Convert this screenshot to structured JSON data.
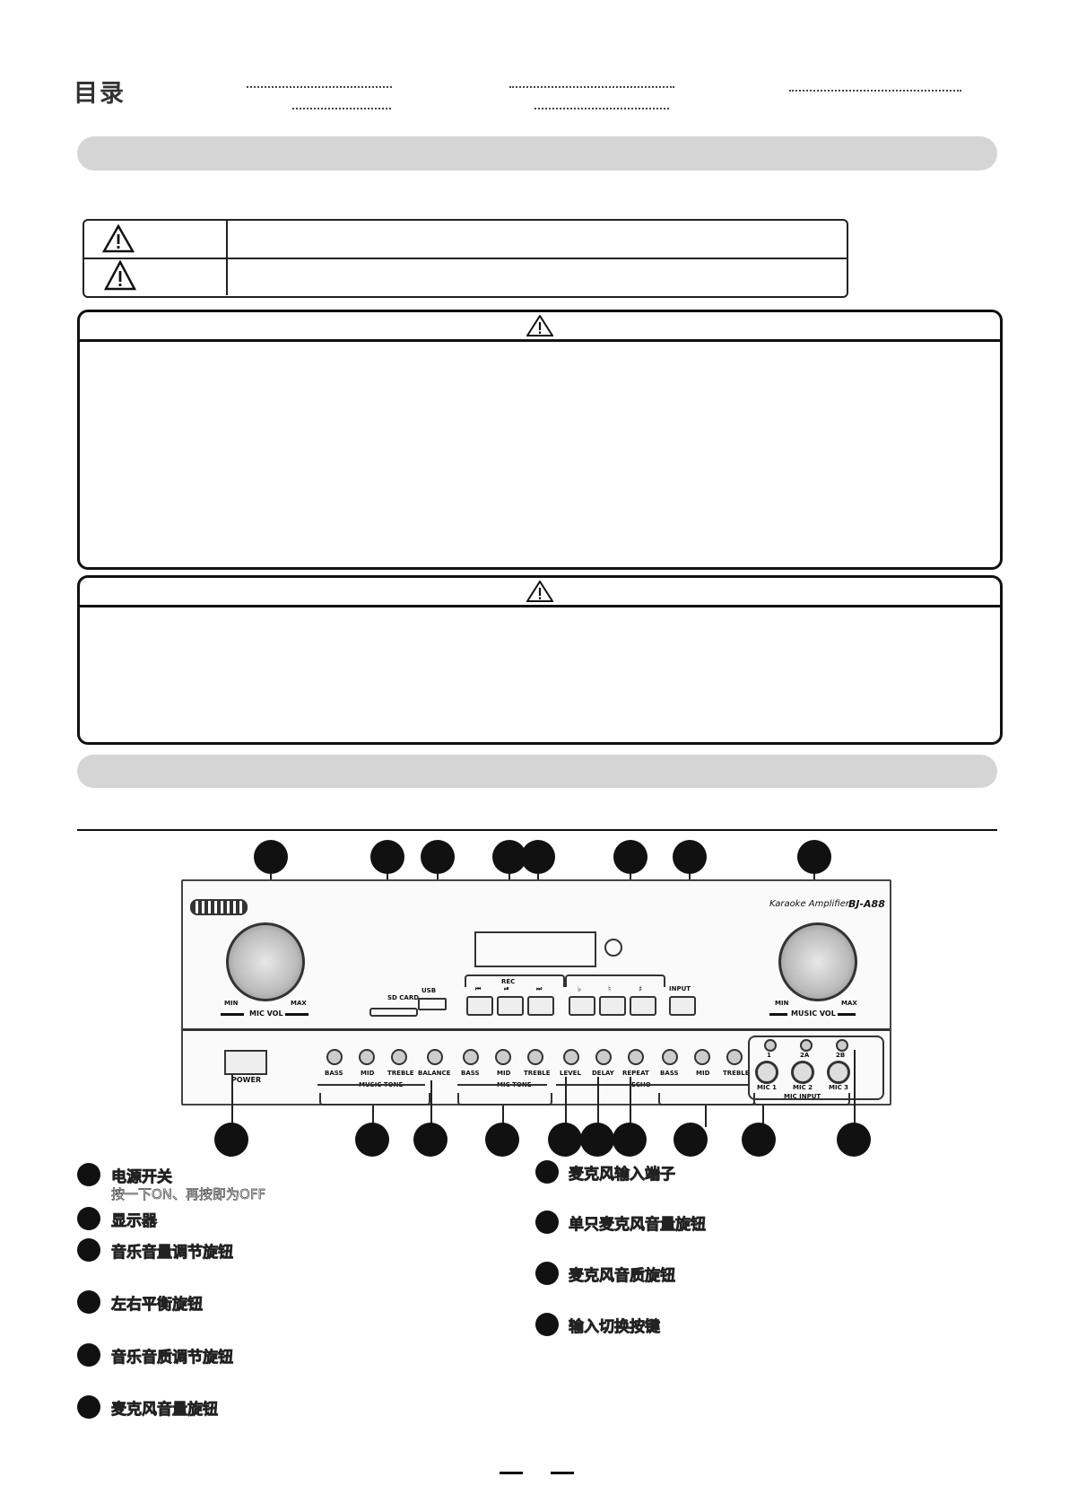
{
  "toc": {
    "title": "目录"
  },
  "panel": {
    "brand_line": "Karaoke Amplifier",
    "model": "BJ-A88",
    "mic_vol": "MIC VOL",
    "music_vol": "MUSIC VOL",
    "min": "MIN",
    "max": "MAX",
    "sd_card": "SD CARD",
    "usb": "USB",
    "rec": "REC",
    "input": "INPUT",
    "power": "POWER",
    "music_tone_knobs": [
      "BASS",
      "MID",
      "TREBLE"
    ],
    "balance": "BALANCE",
    "mic_tone_knobs": [
      "BASS",
      "MID",
      "TREBLE"
    ],
    "echo_knobs": [
      "LEVEL",
      "DELAY",
      "REPEAT"
    ],
    "echo_tone_knobs": [
      "BASS",
      "MID",
      "TREBLE"
    ],
    "music_tone_group": "MUSIC TONE",
    "mic_tone_group": "MIC TONE",
    "echo_group": "ECHO",
    "mic_input_group": "MIC INPUT",
    "mic_level_labels": [
      "1",
      "2A",
      "2B"
    ],
    "mic_jacks": [
      "MIC 1",
      "MIC 2",
      "MIC 3"
    ],
    "transport_icons": [
      "prev-icon",
      "play-pause-icon",
      "next-icon"
    ],
    "key_icons": [
      "flat-icon",
      "natural-icon",
      "sharp-icon"
    ]
  },
  "captions_left": [
    {
      "title": "电源开关",
      "sub": "按一下ON、再按即为OFF"
    },
    {
      "title": "显示器"
    },
    {
      "title": "音乐音量调节旋钮"
    },
    {
      "title": "左右平衡旋钮"
    },
    {
      "title": "音乐音质调节旋钮"
    },
    {
      "title": "麦克风音量旋钮"
    }
  ],
  "captions_right": [
    {
      "title": "麦克风输入端子"
    },
    {
      "title": "单只麦克风音量旋钮"
    },
    {
      "title": "麦克风音质旋钮"
    },
    {
      "title": "输入切换按键"
    }
  ]
}
